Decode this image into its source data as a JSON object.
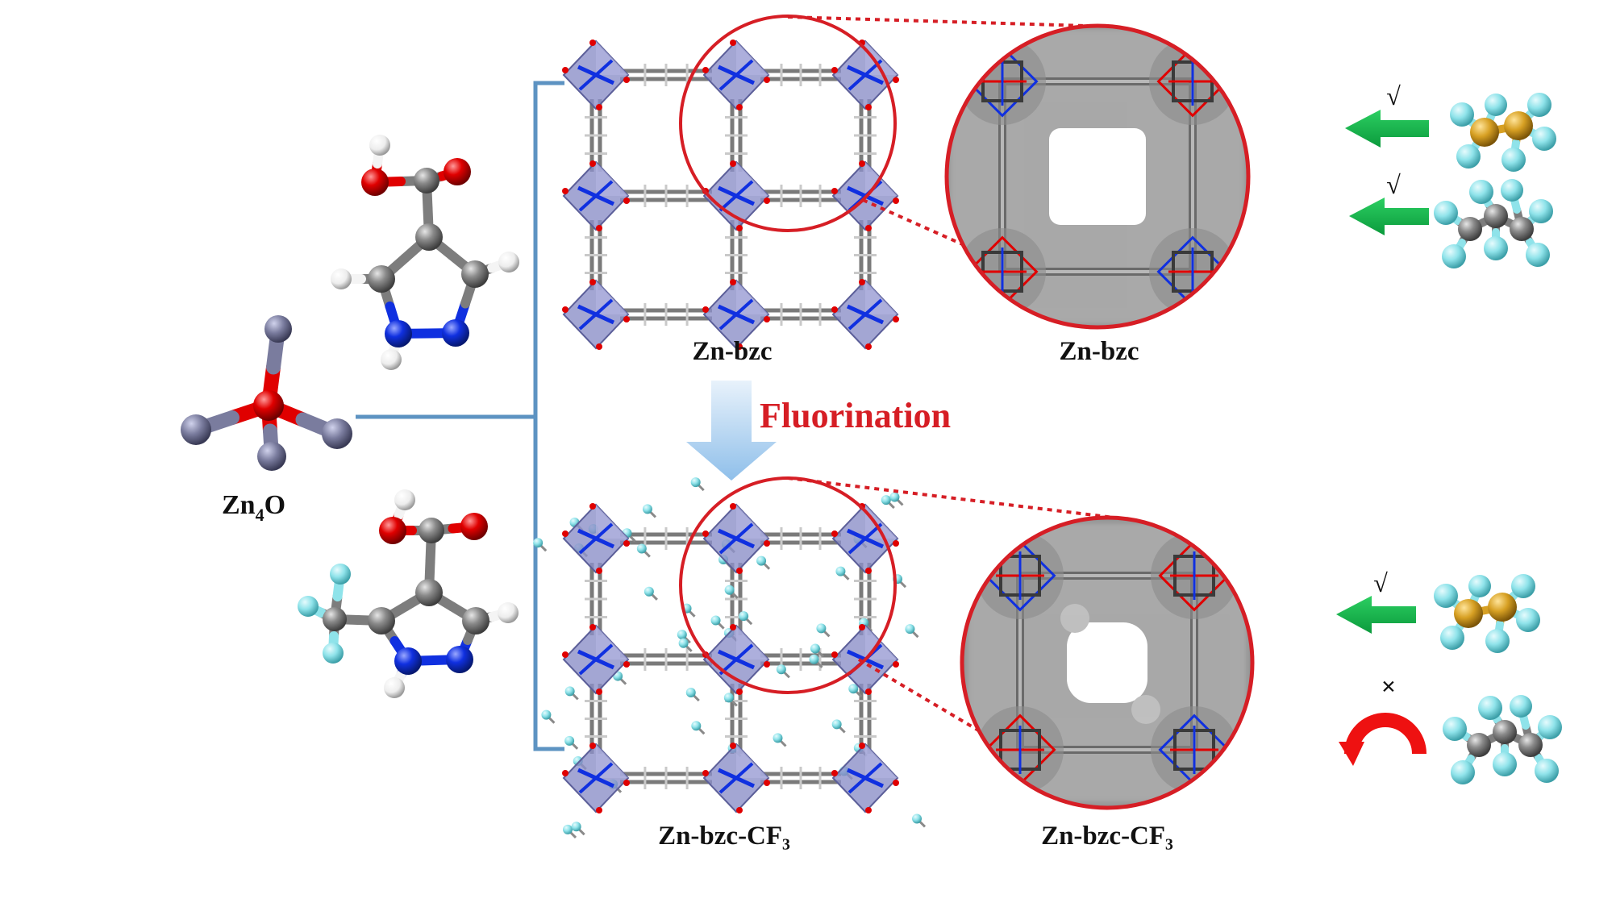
{
  "labels": {
    "zn4o_main": "Zn",
    "zn4o_sub": "4",
    "zn4o_tail": "O",
    "framework_top": "Zn-bzc",
    "pore_top": "Zn-bzc",
    "process": "Fluorination",
    "framework_bottom": "Zn-bzc-CF₃",
    "pore_bottom": "Zn-bzc-CF₃"
  },
  "marks": {
    "accept": "√",
    "reject": "×"
  },
  "colors": {
    "carbon": "#7d7d7d",
    "oxygen": "#e00000",
    "nitrogen": "#1030e0",
    "hydrogen": "#f4f4f4",
    "fluorine": "#8fe3ea",
    "zinc": "#7a7c9e",
    "polyhedron": "#8c90c8",
    "highlight_circle": "#d61e25",
    "bracket": "#5d93c2",
    "accept_arrow": "#12b24a",
    "reject_arrow": "#ee1111",
    "process_arrow": "#a9cdee",
    "gas_gold": "#d7a023"
  }
}
